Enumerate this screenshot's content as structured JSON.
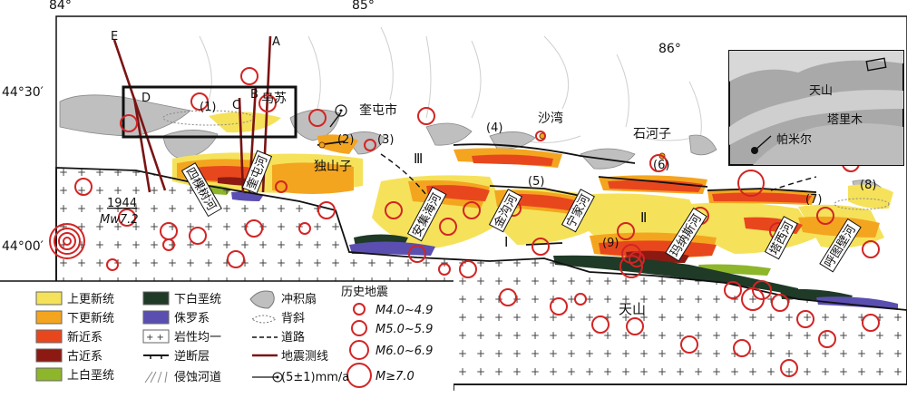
{
  "coords": {
    "lon84": "84°",
    "lon85": "85°",
    "lon86": "86°",
    "lat44_30": "44°30′",
    "lat44_00": "44°00′"
  },
  "labels": {
    "wusu": "乌苏",
    "kuitun": "奎屯市",
    "shawan": "沙湾",
    "shihezi": "石河子",
    "dushanzi": "独山子",
    "tianshan": "天山",
    "sikeshu": "四棵树河",
    "kuitunhe": "奎屯河",
    "anjihai": "安集海河",
    "jingou": "金沟河",
    "ningjia": "宁家河",
    "manas": "玛纳斯河",
    "taxi": "塔西河",
    "hutubi": "呼图壁河",
    "roman1": "Ⅰ",
    "roman2": "Ⅱ",
    "roman3": "Ⅲ",
    "n1": "(1)",
    "n2": "(2)",
    "n3": "(3)",
    "n4": "(4)",
    "n5": "(5)",
    "n6": "(6)",
    "n7": "(7)",
    "n8": "(8)",
    "n9": "(9)",
    "lineA": "A",
    "lineB": "B",
    "lineC": "C",
    "lineD": "D",
    "lineE": "E",
    "eq1944_year": "1944",
    "eq1944_mag": "Mw7.2"
  },
  "inset": {
    "tianshan": "天山",
    "tarim": "塔里木",
    "pamir": "帕米尔"
  },
  "legend": {
    "upper_pleistocene": "上更新统",
    "lower_pleistocene": "下更新统",
    "neogene": "新近系",
    "paleogene": "古近系",
    "upper_cretaceous": "上白垩统",
    "lower_cretaceous": "下白垩统",
    "jurassic": "侏罗系",
    "granite": "岩性均一",
    "thrust": "逆断层",
    "channel": "侵蚀河道",
    "fan": "冲积扇",
    "anticline": "背斜",
    "road": "道路",
    "seismic_line": "地震测线",
    "rate": "(5±1)mm/a"
  },
  "quake_legend": {
    "title": "历史地震",
    "m4": "M4.0~4.9",
    "m5": "M5.0~5.9",
    "m6": "M6.0~6.9",
    "m7": "M≥7.0"
  },
  "colors": {
    "upper_pleistocene": "#f5e25a",
    "lower_pleistocene": "#f4a51f",
    "neogene": "#e8471e",
    "paleogene": "#8c1a12",
    "upper_cretaceous": "#8db62a",
    "lower_cretaceous": "#1f3a26",
    "jurassic": "#5a4fb0",
    "quake": "#d22525",
    "seismic_line": "#7a1414",
    "fan": "#bfbfbf"
  }
}
